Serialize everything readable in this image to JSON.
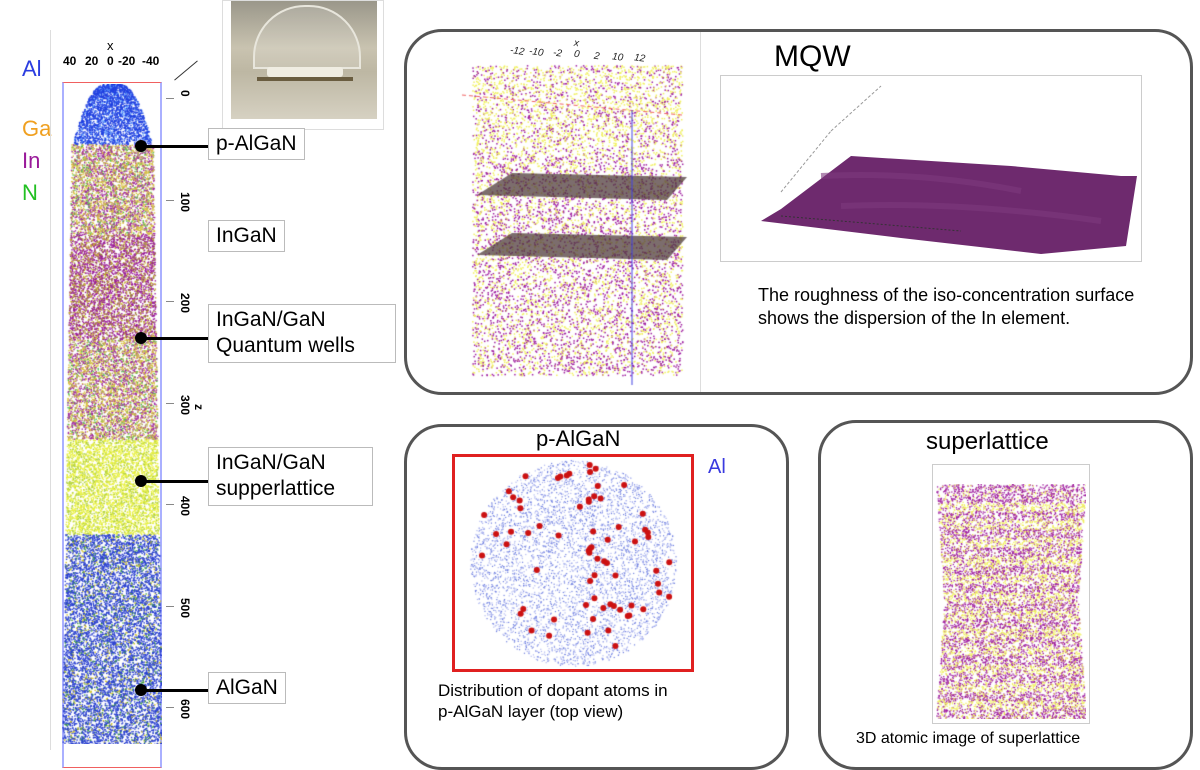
{
  "legend": {
    "elements": [
      {
        "label": "Al",
        "color": "#2b3de0"
      },
      {
        "label": "Ga",
        "color": "#f0a020"
      },
      {
        "label": "In",
        "color": "#9a1a9a"
      },
      {
        "label": "N",
        "color": "#22c022"
      }
    ]
  },
  "tip_column": {
    "x_axis_label": "x",
    "x_ticks": [
      "40",
      "20",
      "0",
      "-20",
      "-40"
    ],
    "z_axis_label": "z",
    "z_ticks": [
      "0",
      "100",
      "200",
      "300",
      "400",
      "500",
      "600"
    ]
  },
  "layer_labels": [
    {
      "line1": "p-AlGaN"
    },
    {
      "line1": "InGaN"
    },
    {
      "line1": "InGaN/GaN",
      "line2": "Quantum wells"
    },
    {
      "line1": "InGaN/GaN",
      "line2": "supperlattice"
    },
    {
      "line1": "AlGaN"
    }
  ],
  "mqw_panel": {
    "title": "MQW",
    "description": "The roughness of the iso-concentration surface shows the dispersion of the In element.",
    "x_axis_label": "x",
    "x_ticks": [
      "-12",
      "-10",
      "-2",
      "0",
      "2",
      "10",
      "12"
    ],
    "surface_color": "#6e2a6e"
  },
  "palgan_panel": {
    "title": "p-AlGaN",
    "element_label": "Al",
    "caption": "Distribution of dopant atoms in p-AlGaN layer (top view)",
    "dopant_color": "#cc1111",
    "frame_color": "#e02020"
  },
  "superlattice_panel": {
    "title": "superlattice",
    "caption": "3D atomic image of superlattice"
  }
}
